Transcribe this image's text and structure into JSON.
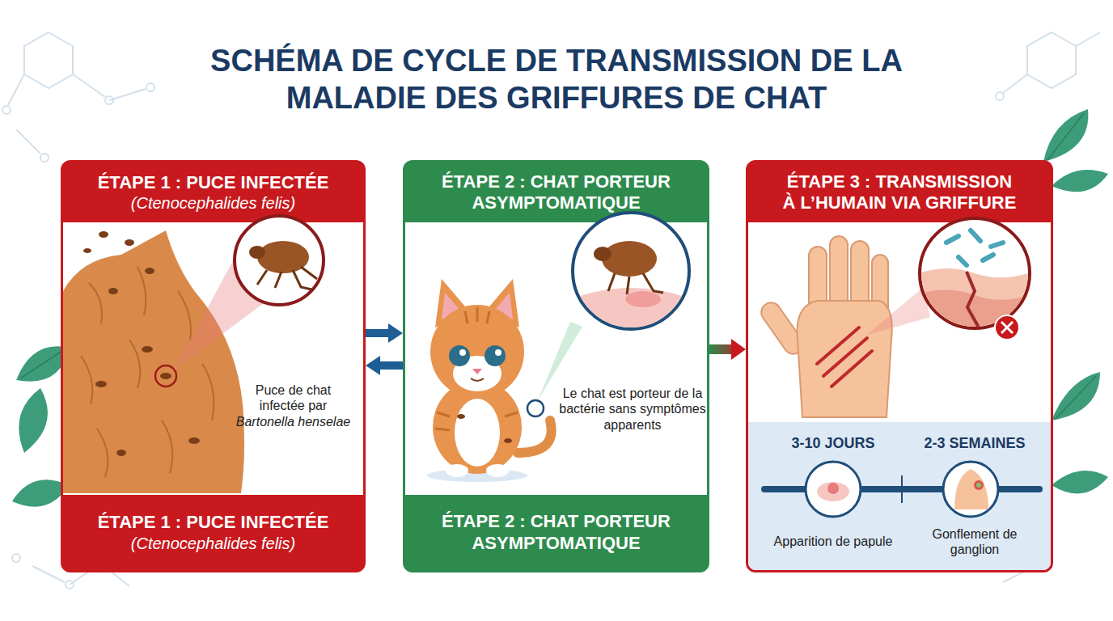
{
  "diagram": {
    "title": "SCHÉMA DE CYCLE DE TRANSMISSION DE LA MALADIE DES GRIFFURES DE CHAT",
    "nodes": [
      {
        "text": [
          "ÉTAPE 1 : PUCE INFECTÉE",
          "(Ctenocephalides felis)",
          "Puce de chat infectée par",
          "Bartonella henselae",
          "ÉTAPE 1 : PUCE INFECTÉE",
          "(Ctenocephalides felis)"
        ]
      },
      {
        "text": [
          "ÉTAPE 2 : CHAT PORTEUR ASYMPTOMATIQUE",
          "Le chat est porteur de la bactérie sans symptômes apparents",
          "ÉTAPE 2 : CHAT PORTEUR ASYMPTOMATIQUE"
        ]
      },
      {
        "text": [
          "ÉTAPE 3 : TRANSMISSION À L’HUMAIN VIA GRIFFURE"
        ]
      },
      {
        "text": [
          "3-10 JOURS",
          "Apparition de papule",
          "2-3 SEMAINES",
          "Gonflement de ganglion"
        ],
        "in": 2
      }
    ],
    "edges": [
      {
        "from": 0,
        "to": 1,
        "arrow": "to"
      },
      {
        "from": 1,
        "to": 0,
        "arrow": "to"
      },
      {
        "from": 1,
        "to": 2,
        "arrow": "to"
      }
    ]
  }
}
